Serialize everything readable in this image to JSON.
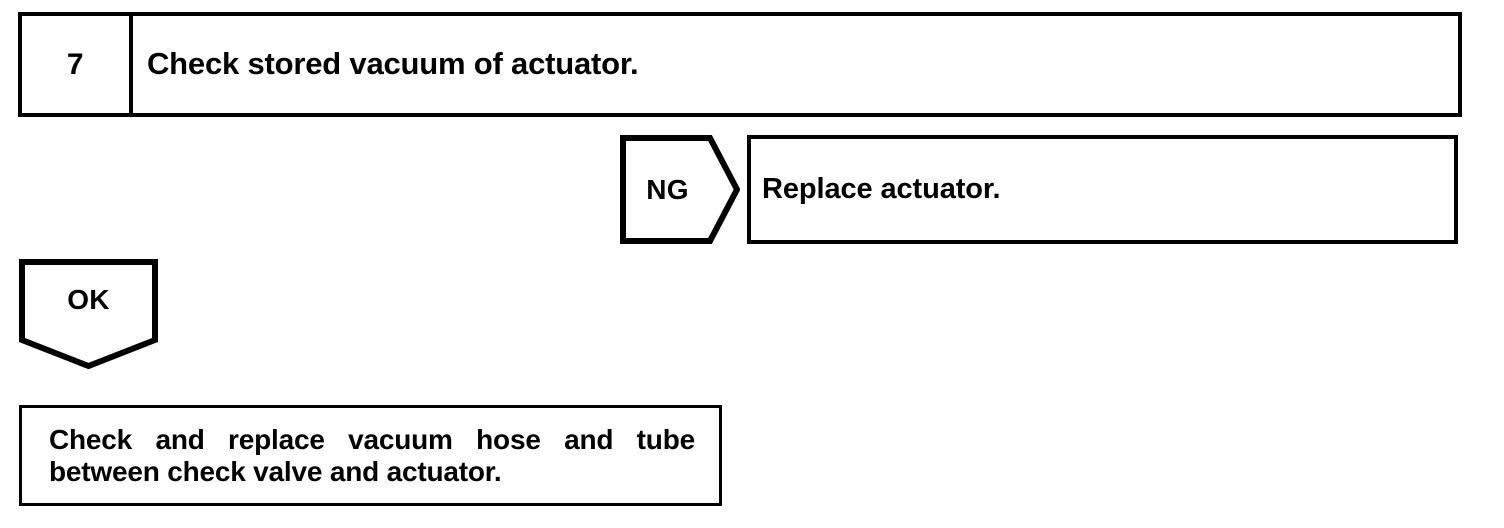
{
  "diagram": {
    "type": "troubleshooting-flowchart",
    "step": {
      "number": "7",
      "instruction": "Check stored vacuum of actuator."
    },
    "branches": [
      {
        "id": "ng",
        "label": "NG",
        "arrow_direction": "right",
        "result": "Replace actuator."
      },
      {
        "id": "ok",
        "label": "OK",
        "arrow_direction": "down",
        "result_line_1": "Check and replace vacuum hose and tube",
        "result_line_2": "between check valve and actuator."
      }
    ],
    "colors": {
      "stroke": "#000000",
      "fill": "#ffffff",
      "text": "#000000"
    }
  }
}
